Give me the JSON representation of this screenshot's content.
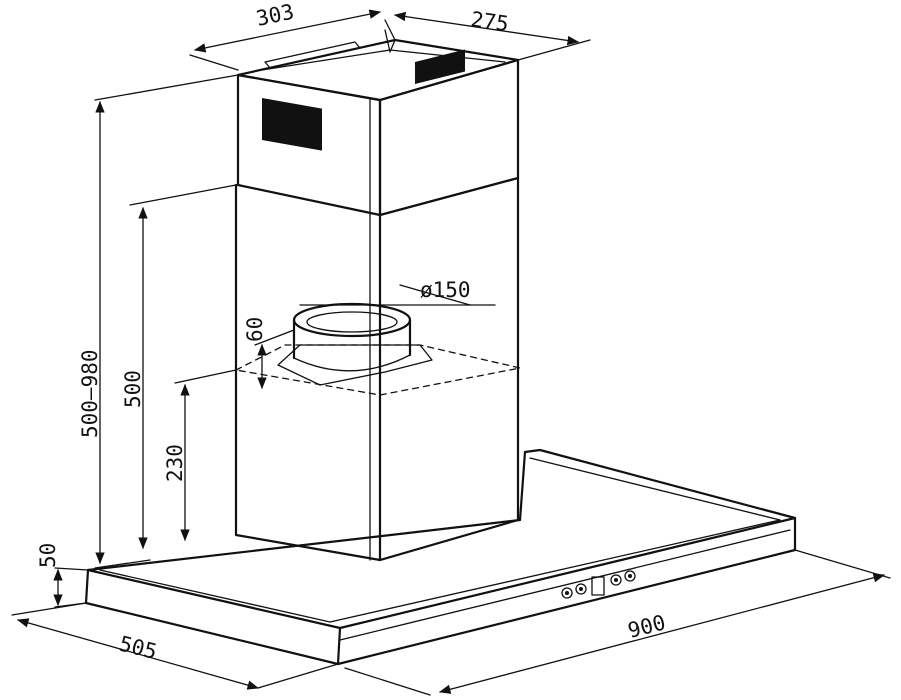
{
  "labels": {
    "chimney_width": "303",
    "chimney_depth": "275",
    "duct_diameter": "ø150",
    "collar_height": "60",
    "total_height_range": "500–980",
    "chimney_lower_height": "500",
    "bracket_height": "230",
    "canopy_thickness": "50",
    "canopy_depth": "505",
    "canopy_width": "900"
  },
  "colors": {
    "line": "#111111",
    "background": "#ffffff",
    "vent_fill": "#111111"
  }
}
